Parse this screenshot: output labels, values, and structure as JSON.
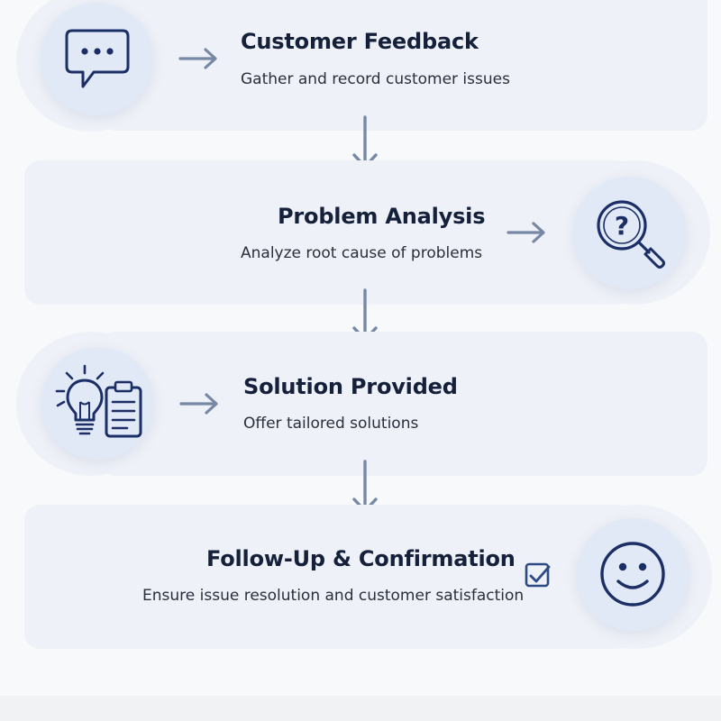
{
  "steps": [
    {
      "title": "Customer Feedback",
      "description": "Gather and record customer issues",
      "icon": "chat-bubble-icon"
    },
    {
      "title": "Problem Analysis",
      "description": "Analyze root cause of problems",
      "icon": "magnifier-question-icon"
    },
    {
      "title": "Solution Provided",
      "description": "Offer tailored solutions",
      "icon": "lightbulb-clipboard-icon"
    },
    {
      "title": "Follow-Up & Confirmation",
      "description": "Ensure issue resolution and customer satisfaction",
      "icon": "smiley-face-icon",
      "badge_icon": "checkbox-check-icon"
    }
  ],
  "colors": {
    "card_bg": "#eef1f7",
    "circle_bg": "#e1e8f6",
    "icon_stroke": "#1b2f66",
    "arrow": "#7788a6",
    "title": "#15203b",
    "text": "#2a2f3c"
  }
}
